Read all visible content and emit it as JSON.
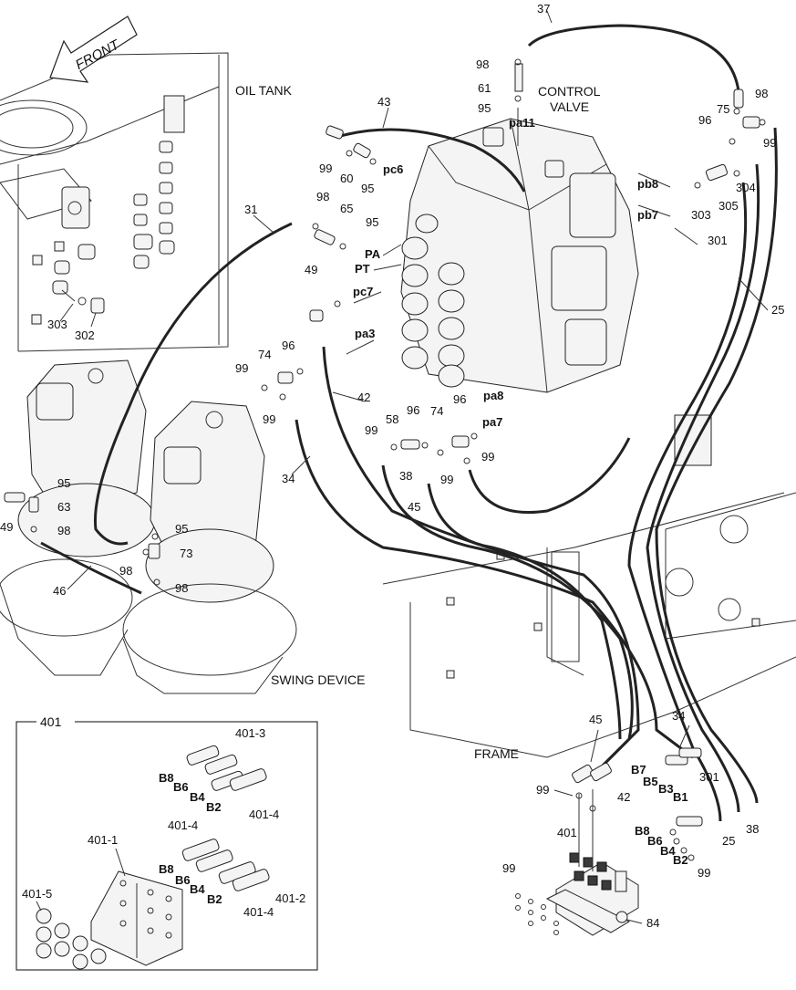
{
  "title_labels": {
    "oil_tank": "OIL TANK",
    "control_valve_line1": "CONTROL",
    "control_valve_line2": "VALVE",
    "swing_device": "SWING DEVICE",
    "frame": "FRAME",
    "front": "FRONT"
  },
  "callouts": {
    "c37": "37",
    "c98a": "98",
    "c61": "61",
    "c95a": "95",
    "pa11": "pa11",
    "c43": "43",
    "c98b": "98",
    "c75": "75",
    "c96a": "96",
    "c99a": "99",
    "c99b": "99",
    "c60": "60",
    "c95b": "95",
    "pc6": "pc6",
    "pb8": "pb8",
    "c304": "304",
    "pb7": "pb7",
    "c303a": "303",
    "c305": "305",
    "c31": "31",
    "c98c": "98",
    "c65": "65",
    "c95c": "95",
    "PA": "PA",
    "c49a": "49",
    "PT": "PT",
    "c301a": "301",
    "c25a": "25",
    "pc7": "pc7",
    "c303b": "303",
    "c302": "302",
    "pa3": "pa3",
    "c74a": "74",
    "c96b": "96",
    "c99c": "99",
    "c99d": "99",
    "c42a": "42",
    "pa8": "pa8",
    "c96c": "96",
    "c96d": "96",
    "c58": "58",
    "c74b": "74",
    "pa7": "pa7",
    "c99e": "99",
    "c99f": "99",
    "c99g": "99",
    "c38a": "38",
    "c45a": "45",
    "c34a": "34",
    "c95d": "95",
    "c63": "63",
    "c49b": "49",
    "c98d": "98",
    "c95e": "95",
    "c73": "73",
    "c46": "46",
    "c98e": "98",
    "c98f": "98",
    "c34b": "34",
    "c45b": "45",
    "B7a": "B7",
    "B5": "B5",
    "B3": "B3",
    "c301b": "301",
    "B1": "B1",
    "c99h": "99",
    "c42b": "42",
    "c401b": "401",
    "c25b": "25",
    "c38b": "38",
    "B8b": "B8",
    "B6b": "B6",
    "B4b": "B4",
    "B2b": "B2",
    "c99i": "99",
    "c99j": "99",
    "c84": "84"
  },
  "inset": {
    "label": "401",
    "parts": {
      "p401_3": "401-3",
      "p401_4a": "401-4",
      "p401_4b": "401-4",
      "p401_4c": "401-4",
      "p401_1": "401-1",
      "p401_2": "401-2",
      "p401_5": "401-5"
    },
    "ports_top": [
      "B8",
      "B6",
      "B4",
      "B2"
    ],
    "ports_bottom": [
      "B8",
      "B6",
      "B4",
      "B2"
    ]
  }
}
